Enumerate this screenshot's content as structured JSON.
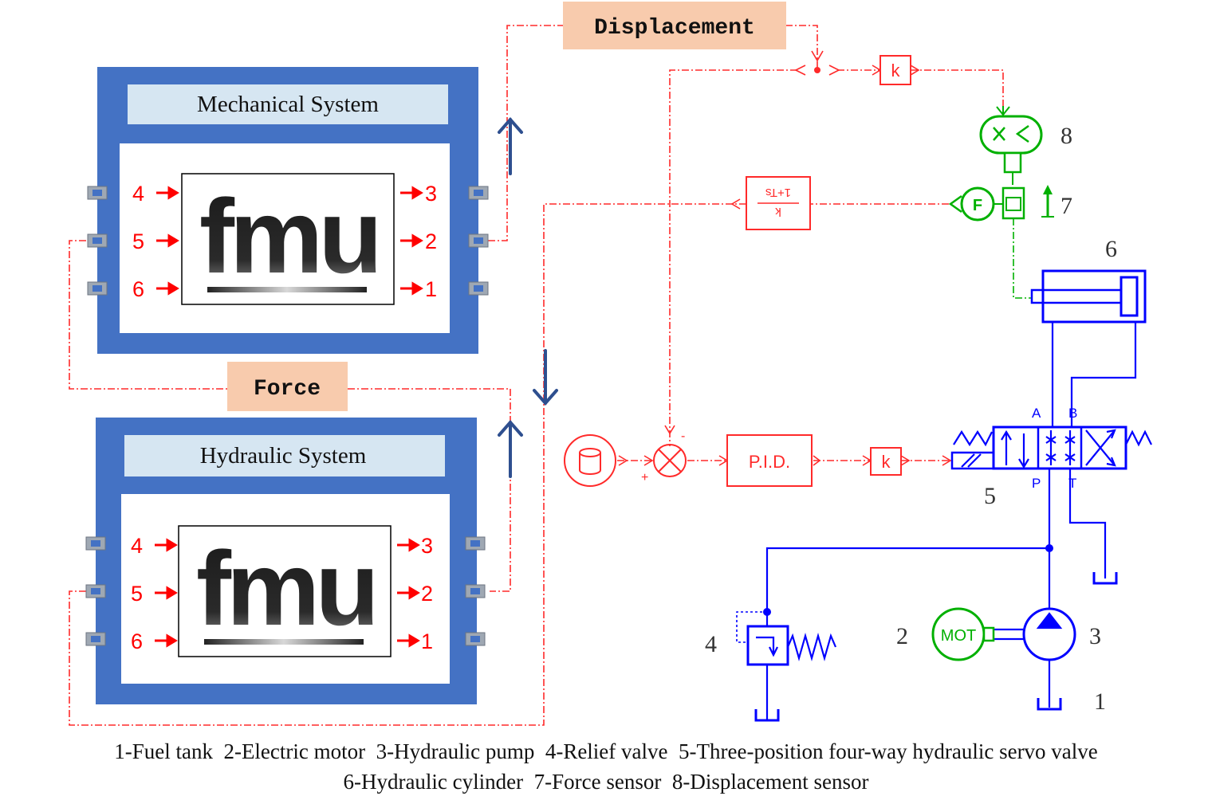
{
  "labels": {
    "displacement": "Displacement",
    "force": "Force",
    "mechanical_system": "Mechanical System",
    "hydraulic_system": "Hydraulic System",
    "fmu_logo": "fmu",
    "pid": "P.I.D.",
    "gain": "k",
    "tf_numerator": "k",
    "tf_denominator": "1+Ts",
    "sensor_f": "F",
    "motor": "MOT",
    "port_A": "A",
    "port_B": "B",
    "port_P": "P",
    "port_T": "T",
    "sign_minus": "-",
    "sign_plus": "+"
  },
  "fmu_ports": {
    "inputs": [
      "4",
      "5",
      "6"
    ],
    "outputs": [
      "3",
      "2",
      "1"
    ]
  },
  "component_numbers": {
    "n1": "1",
    "n2": "2",
    "n3": "3",
    "n4": "4",
    "n5": "5",
    "n6": "6",
    "n7": "7",
    "n8": "8"
  },
  "legend": {
    "line1": "1-Fuel tank  2-Electric motor  3-Hydraulic pump  4-Relief valve  5-Three-position four-way hydraulic servo valve",
    "line2": "6-Hydraulic cylinder  7-Force sensor  8-Displacement sensor"
  },
  "colors": {
    "fmu_frame": "#4472c4",
    "title_bar": "#d6e6f2",
    "label_box": "#f8cbad",
    "signal": "#ff0000",
    "hydraulic": "#0000ff",
    "sensor": "#00b000",
    "arrow": "#2e4f8f"
  }
}
